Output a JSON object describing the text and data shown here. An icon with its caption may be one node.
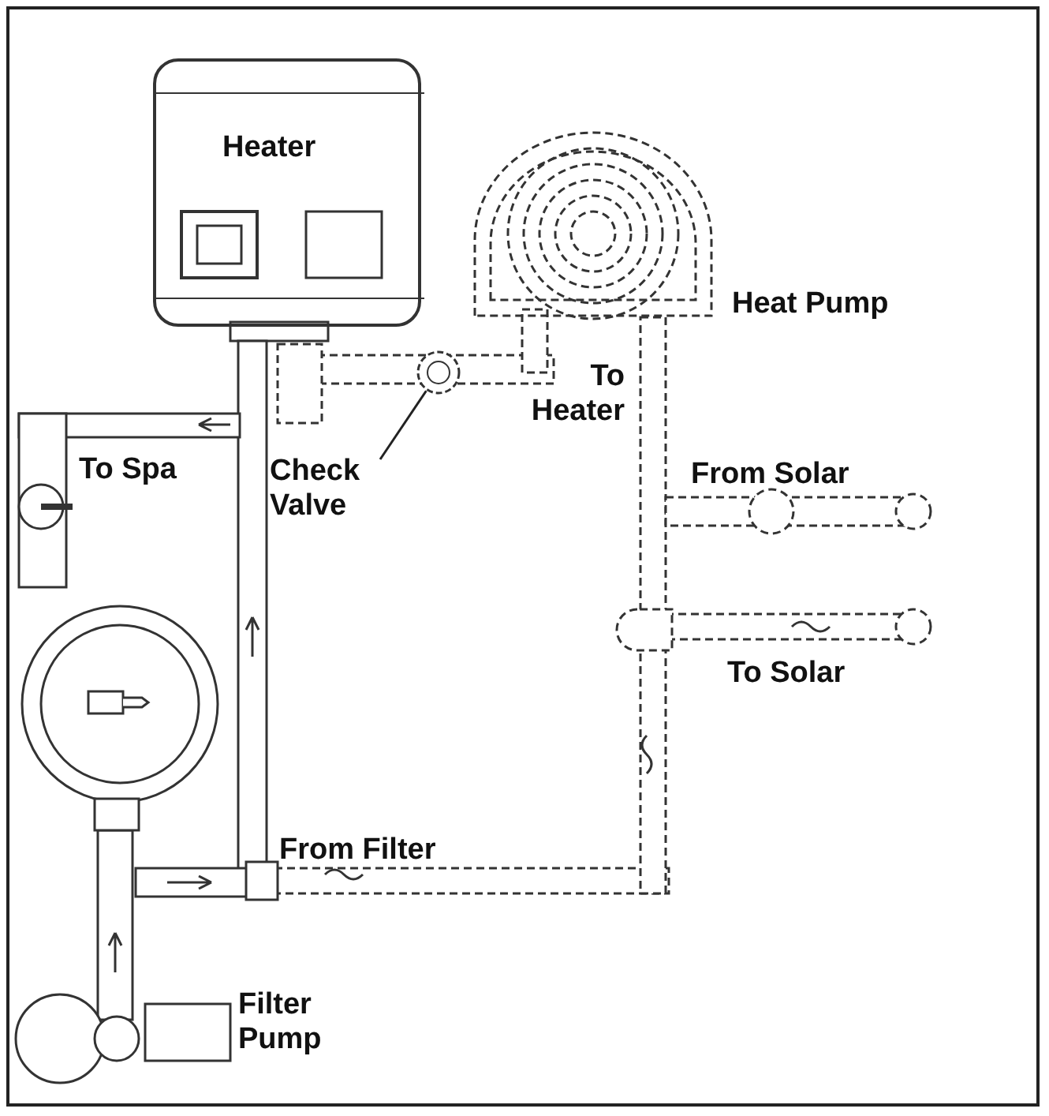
{
  "diagram": {
    "nodes": [
      {
        "text": [
          "Heater"
        ]
      },
      {
        "text": [
          "Heat Pump"
        ]
      },
      {
        "text": [
          "Check Valve"
        ]
      },
      {
        "text": [],
        "shape": "circle"
      }
    ],
    "edges": [
      {
        "from": 2,
        "to": 3,
        "arrow": "none"
      }
    ],
    "labels": [
      "To Heater",
      "To Spa",
      "From Solar",
      "To Solar",
      "From Filter",
      "Filter Pump"
    ]
  }
}
